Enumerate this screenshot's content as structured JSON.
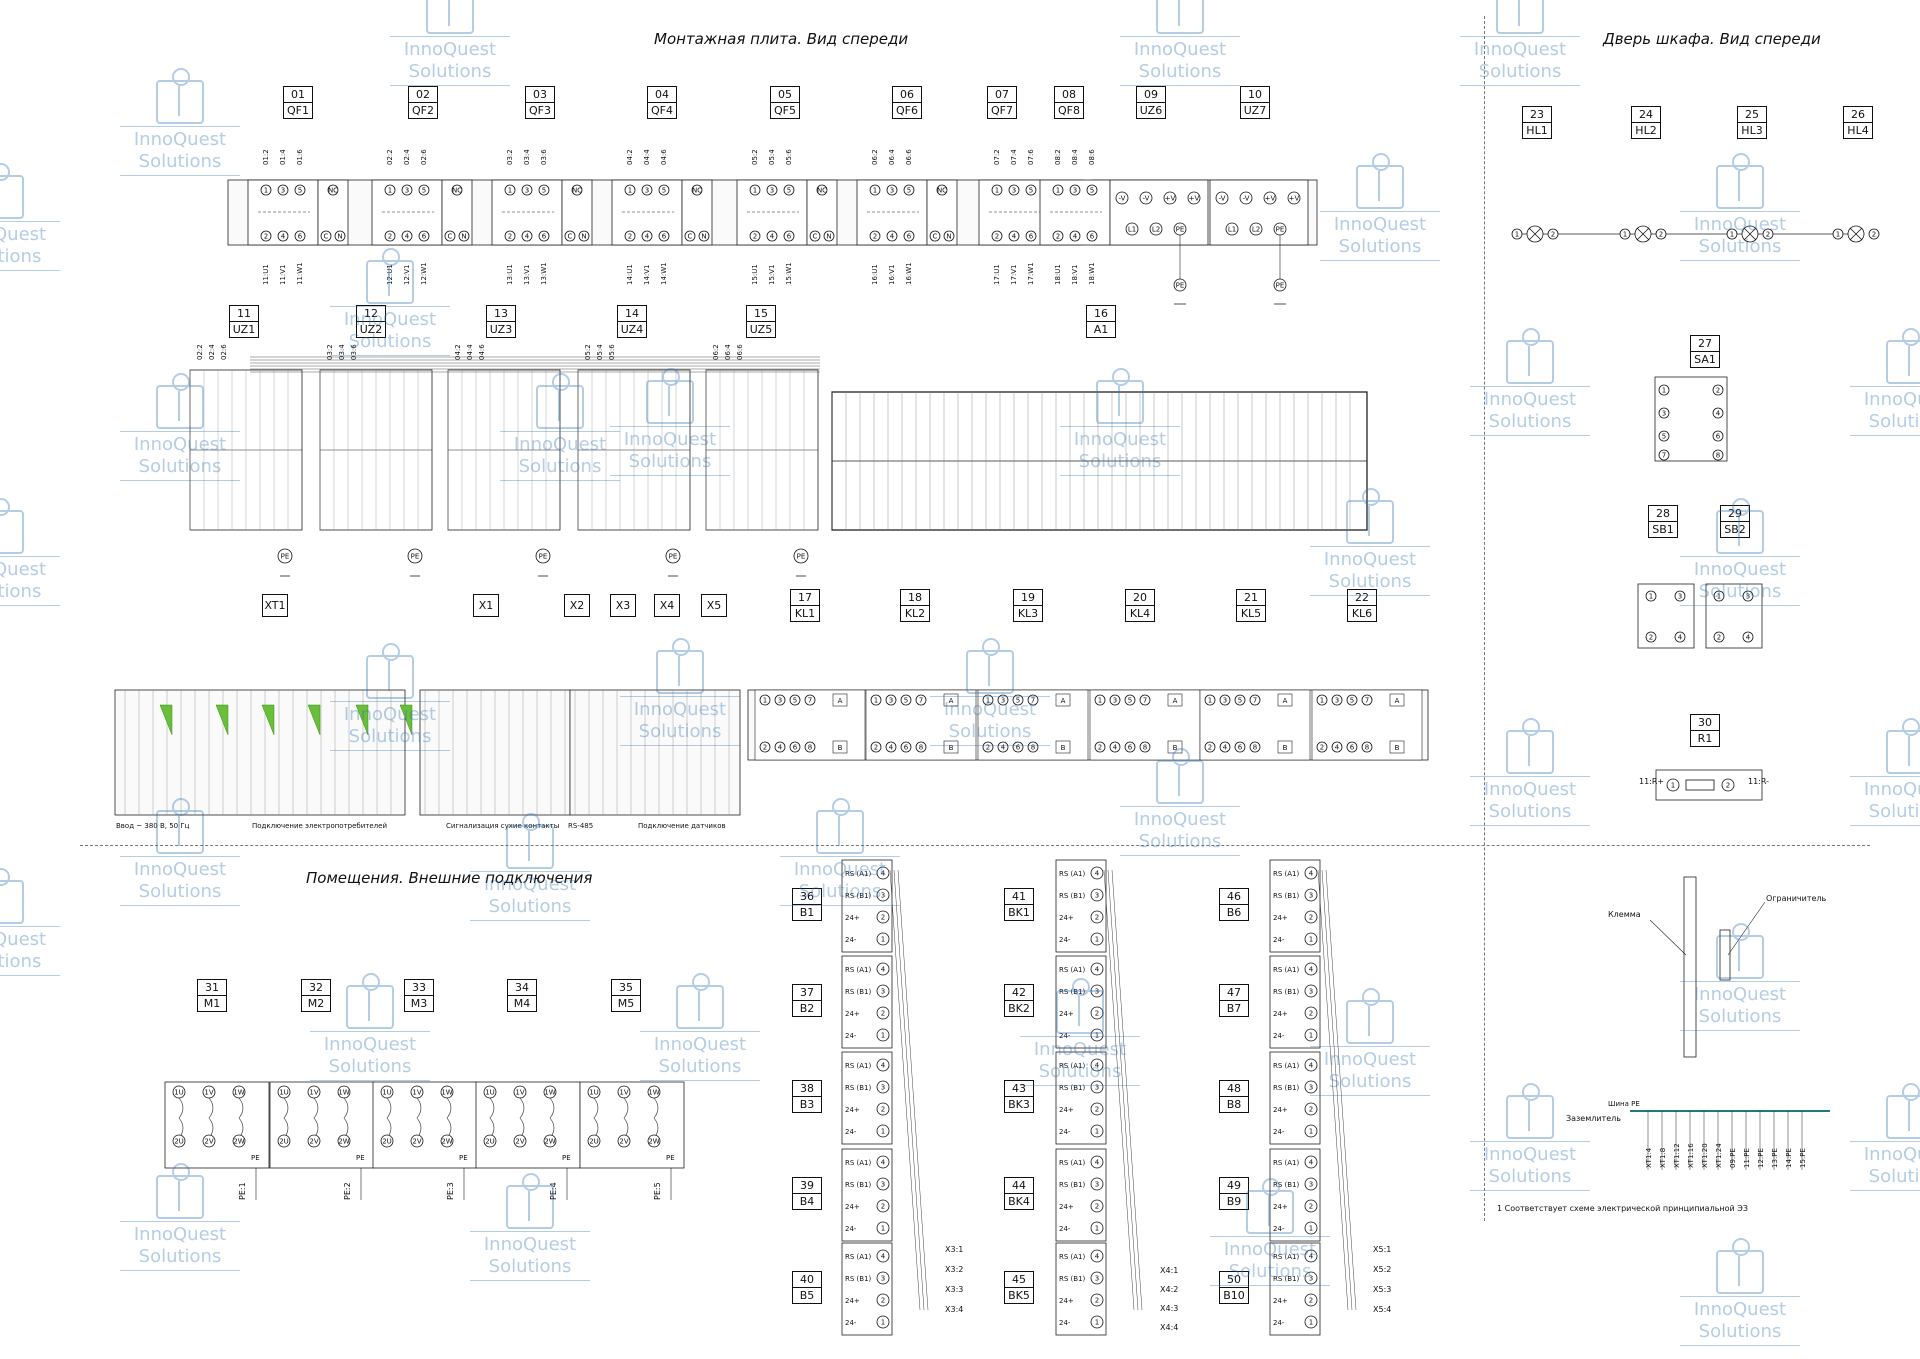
{
  "titles": {
    "panel_front": "Монтажная плита. Вид спереди",
    "door_front": "Дверь шкафа. Вид спереди",
    "rooms": "Помещения. Внешние подключения"
  },
  "devices": {
    "top_row": [
      {
        "num": "01",
        "ref": "QF1"
      },
      {
        "num": "02",
        "ref": "QF2"
      },
      {
        "num": "03",
        "ref": "QF3"
      },
      {
        "num": "04",
        "ref": "QF4"
      },
      {
        "num": "05",
        "ref": "QF5"
      },
      {
        "num": "06",
        "ref": "QF6"
      },
      {
        "num": "07",
        "ref": "QF7"
      },
      {
        "num": "08",
        "ref": "QF8"
      },
      {
        "num": "09",
        "ref": "UZ6"
      },
      {
        "num": "10",
        "ref": "UZ7"
      }
    ],
    "door_row": [
      {
        "num": "23",
        "ref": "HL1"
      },
      {
        "num": "24",
        "ref": "HL2"
      },
      {
        "num": "25",
        "ref": "HL3"
      },
      {
        "num": "26",
        "ref": "HL4"
      }
    ],
    "uz_row": [
      {
        "num": "11",
        "ref": "UZ1"
      },
      {
        "num": "12",
        "ref": "UZ2"
      },
      {
        "num": "13",
        "ref": "UZ3"
      },
      {
        "num": "14",
        "ref": "UZ4"
      },
      {
        "num": "15",
        "ref": "UZ5"
      },
      {
        "num": "16",
        "ref": "A1"
      }
    ],
    "sa": {
      "num": "27",
      "ref": "SA1"
    },
    "sb": [
      {
        "num": "28",
        "ref": "SB1"
      },
      {
        "num": "29",
        "ref": "SB2"
      }
    ],
    "r": {
      "num": "30",
      "ref": "R1"
    },
    "terminals": [
      {
        "ref": "XT1"
      },
      {
        "ref": "X1"
      },
      {
        "ref": "X2"
      },
      {
        "ref": "X3"
      },
      {
        "ref": "X4"
      },
      {
        "ref": "X5"
      }
    ],
    "relays": [
      {
        "num": "17",
        "ref": "KL1"
      },
      {
        "num": "18",
        "ref": "KL2"
      },
      {
        "num": "19",
        "ref": "KL3"
      },
      {
        "num": "20",
        "ref": "KL4"
      },
      {
        "num": "21",
        "ref": "KL5"
      },
      {
        "num": "22",
        "ref": "KL6"
      }
    ],
    "motors": [
      {
        "num": "31",
        "ref": "M1"
      },
      {
        "num": "32",
        "ref": "M2"
      },
      {
        "num": "33",
        "ref": "M3"
      },
      {
        "num": "34",
        "ref": "M4"
      },
      {
        "num": "35",
        "ref": "M5"
      }
    ],
    "sensors_b": [
      {
        "num": "36",
        "ref": "B1"
      },
      {
        "num": "37",
        "ref": "B2"
      },
      {
        "num": "38",
        "ref": "B3"
      },
      {
        "num": "39",
        "ref": "B4"
      },
      {
        "num": "40",
        "ref": "B5"
      }
    ],
    "sensors_bk": [
      {
        "num": "41",
        "ref": "BK1"
      },
      {
        "num": "42",
        "ref": "BK2"
      },
      {
        "num": "43",
        "ref": "BK3"
      },
      {
        "num": "44",
        "ref": "BK4"
      },
      {
        "num": "45",
        "ref": "BK5"
      }
    ],
    "sensors_b2": [
      {
        "num": "46",
        "ref": "B6"
      },
      {
        "num": "47",
        "ref": "B7"
      },
      {
        "num": "48",
        "ref": "B8"
      },
      {
        "num": "49",
        "ref": "B9"
      },
      {
        "num": "50",
        "ref": "B10"
      }
    ]
  },
  "sensor_pins": [
    "RS (A1)",
    "RS (B1)",
    "24+",
    "24-"
  ],
  "bus_labels": {
    "x3": [
      "X3:1",
      "X3:2",
      "X3:3",
      "X3:4"
    ],
    "x4": [
      "X4:1",
      "X4:2",
      "X4:3",
      "X4:4"
    ],
    "x5": [
      "X5:1",
      "X5:2",
      "X5:3",
      "X5:4"
    ]
  },
  "motor_pe": [
    "PE:1",
    "PE:2",
    "PE:3",
    "PE:4",
    "PE:5"
  ],
  "strip_captions": {
    "input": "Ввод ~ 380 В, 50 Гц",
    "consumers": "Подключение электропотребителей",
    "dry": "Сигнализация сухие контакты",
    "rs": "RS-485",
    "sensors": "Подключение датчиков"
  },
  "detail_labels": {
    "clamp": "Клемма",
    "limiter": "Ограничитель",
    "pe_bus": "Шина PE",
    "ground": "Заземлитель"
  },
  "pe_bus_terminals": [
    "XT1:4",
    "XT1:8",
    "XT1:12",
    "XT1:16",
    "XT1:20",
    "XT1:24",
    "09:PE",
    "11:PE",
    "12:PE",
    "13:PE",
    "14:PE",
    "15:PE"
  ],
  "r1_labels": {
    "left": "11:R+",
    "right": "11:R-"
  },
  "footnote": "1 Соответствует схеме электрической принципиальной ЭЗ",
  "watermark": {
    "line1": "InnoQuest",
    "line2": "Solutions"
  }
}
